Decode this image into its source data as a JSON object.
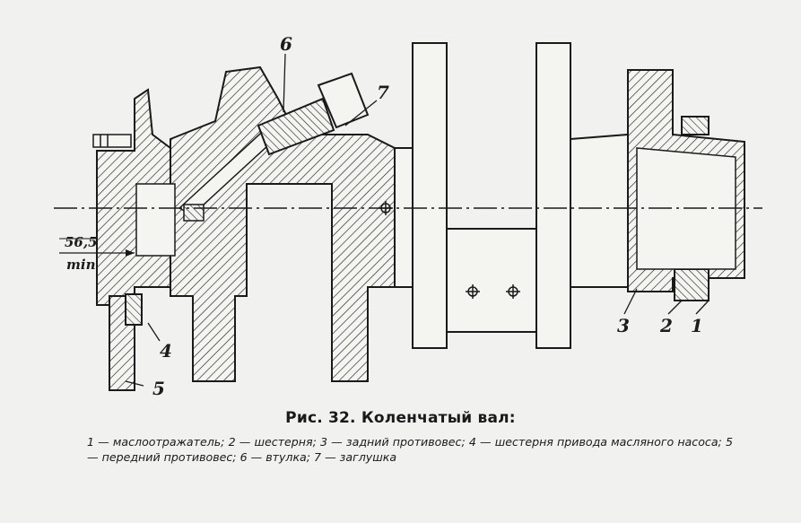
{
  "figure": {
    "callouts": [
      "1",
      "2",
      "3",
      "4",
      "5",
      "6",
      "7"
    ],
    "dimension": {
      "value": "56,5",
      "unit": "min"
    }
  },
  "caption": {
    "title": "Рис. 32. Коленчатый вал:",
    "legend": [
      "1 — маслоотражатель;",
      "2 — шестерня;",
      "3 — задний противовес;",
      "4 — шестерня привода масляного насоса;",
      "5 — передний противовес;",
      "6 — втулка;",
      "7 — заглушка"
    ]
  }
}
